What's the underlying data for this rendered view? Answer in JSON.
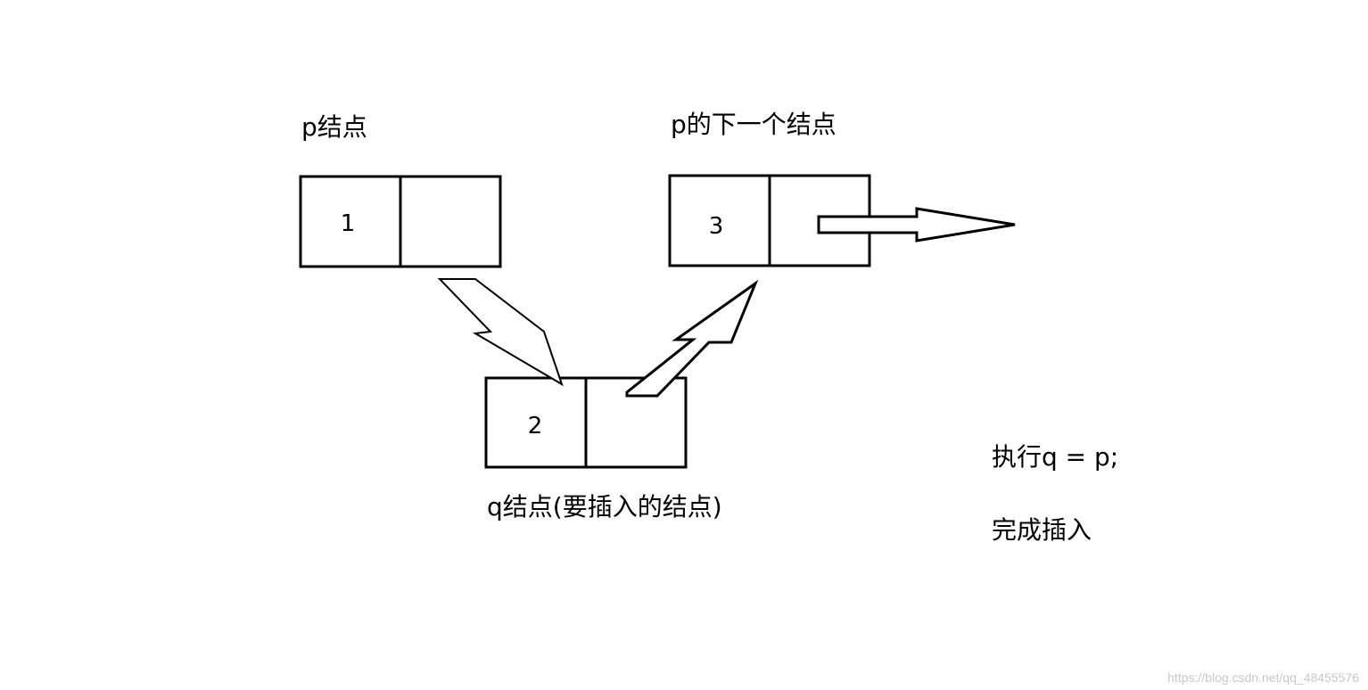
{
  "nodes": {
    "p": {
      "title": "p结点",
      "value": "1"
    },
    "p_next": {
      "title": "p的下一个结点",
      "value": "3"
    },
    "q": {
      "title": "q结点(要插入的结点)",
      "value": "2"
    }
  },
  "notes": {
    "line1": "执行q = p;",
    "line2": "完成插入"
  },
  "watermark": "https://blog.csdn.net/qq_48455576"
}
